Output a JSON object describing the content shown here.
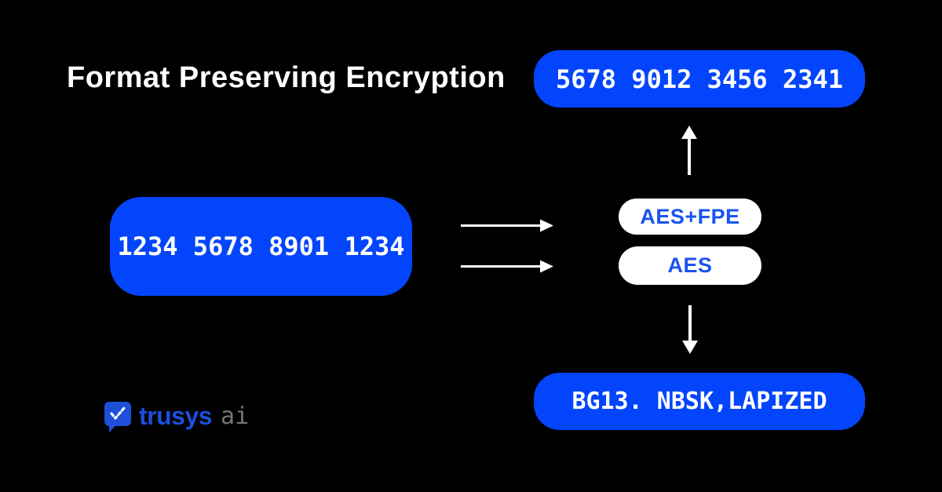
{
  "title": "Format Preserving Encryption",
  "flow": {
    "input_card_number": "1234 5678 8901 1234",
    "fpe_encrypted_card_number": "5678 9012 3456 2341",
    "aes_encrypted_ciphertext": "BG13. NBSK,LAPIZED",
    "fpe_method_label": "AES+FPE",
    "aes_method_label": "AES"
  },
  "logo": {
    "brand": "trusys",
    "suffix": "ai"
  },
  "colors": {
    "background": "#000000",
    "accent_blue": "#0345fc",
    "pill_text_blue": "#1a53f0",
    "arrow_white": "#ffffff",
    "logo_blue": "#1d4fdd",
    "logo_gray": "#757575"
  }
}
